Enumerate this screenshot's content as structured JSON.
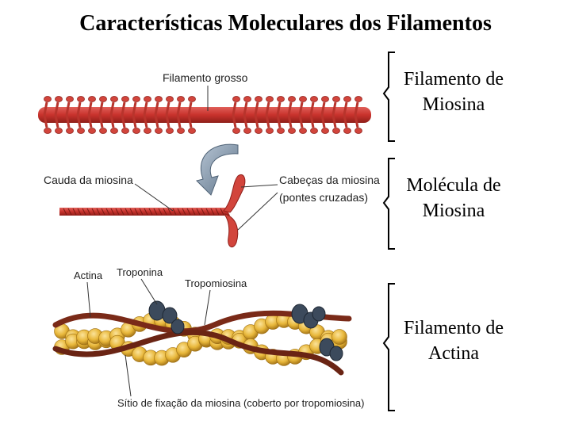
{
  "title": "Características Moleculares dos Filamentos",
  "sections": [
    {
      "line1": "Filamento de",
      "line2": "Miosina"
    },
    {
      "line1": "Molécula de",
      "line2": "Miosina"
    },
    {
      "line1": "Filamento de",
      "line2": "Actina"
    }
  ],
  "annotations": {
    "thick_filament": "Filamento grosso",
    "myosin_tail": "Cauda da miosina",
    "myosin_heads_1": "Cabeças da miosina",
    "myosin_heads_2": "(pontes cruzadas)",
    "actin": "Actina",
    "troponin": "Troponina",
    "tropomyosin": "Tropomiosina",
    "binding_site": "Sítio de fixação da miosina (coberto por tropomiosina)"
  },
  "colors": {
    "myosin": "#c8322c",
    "myosin_dark": "#8f1f1a",
    "actin_bead": "#e8b73a",
    "actin_bead_dark": "#b5861a",
    "tropomyosin": "#7a2a18",
    "troponin": "#3c4a5c",
    "arrow": "#7f93a8"
  }
}
